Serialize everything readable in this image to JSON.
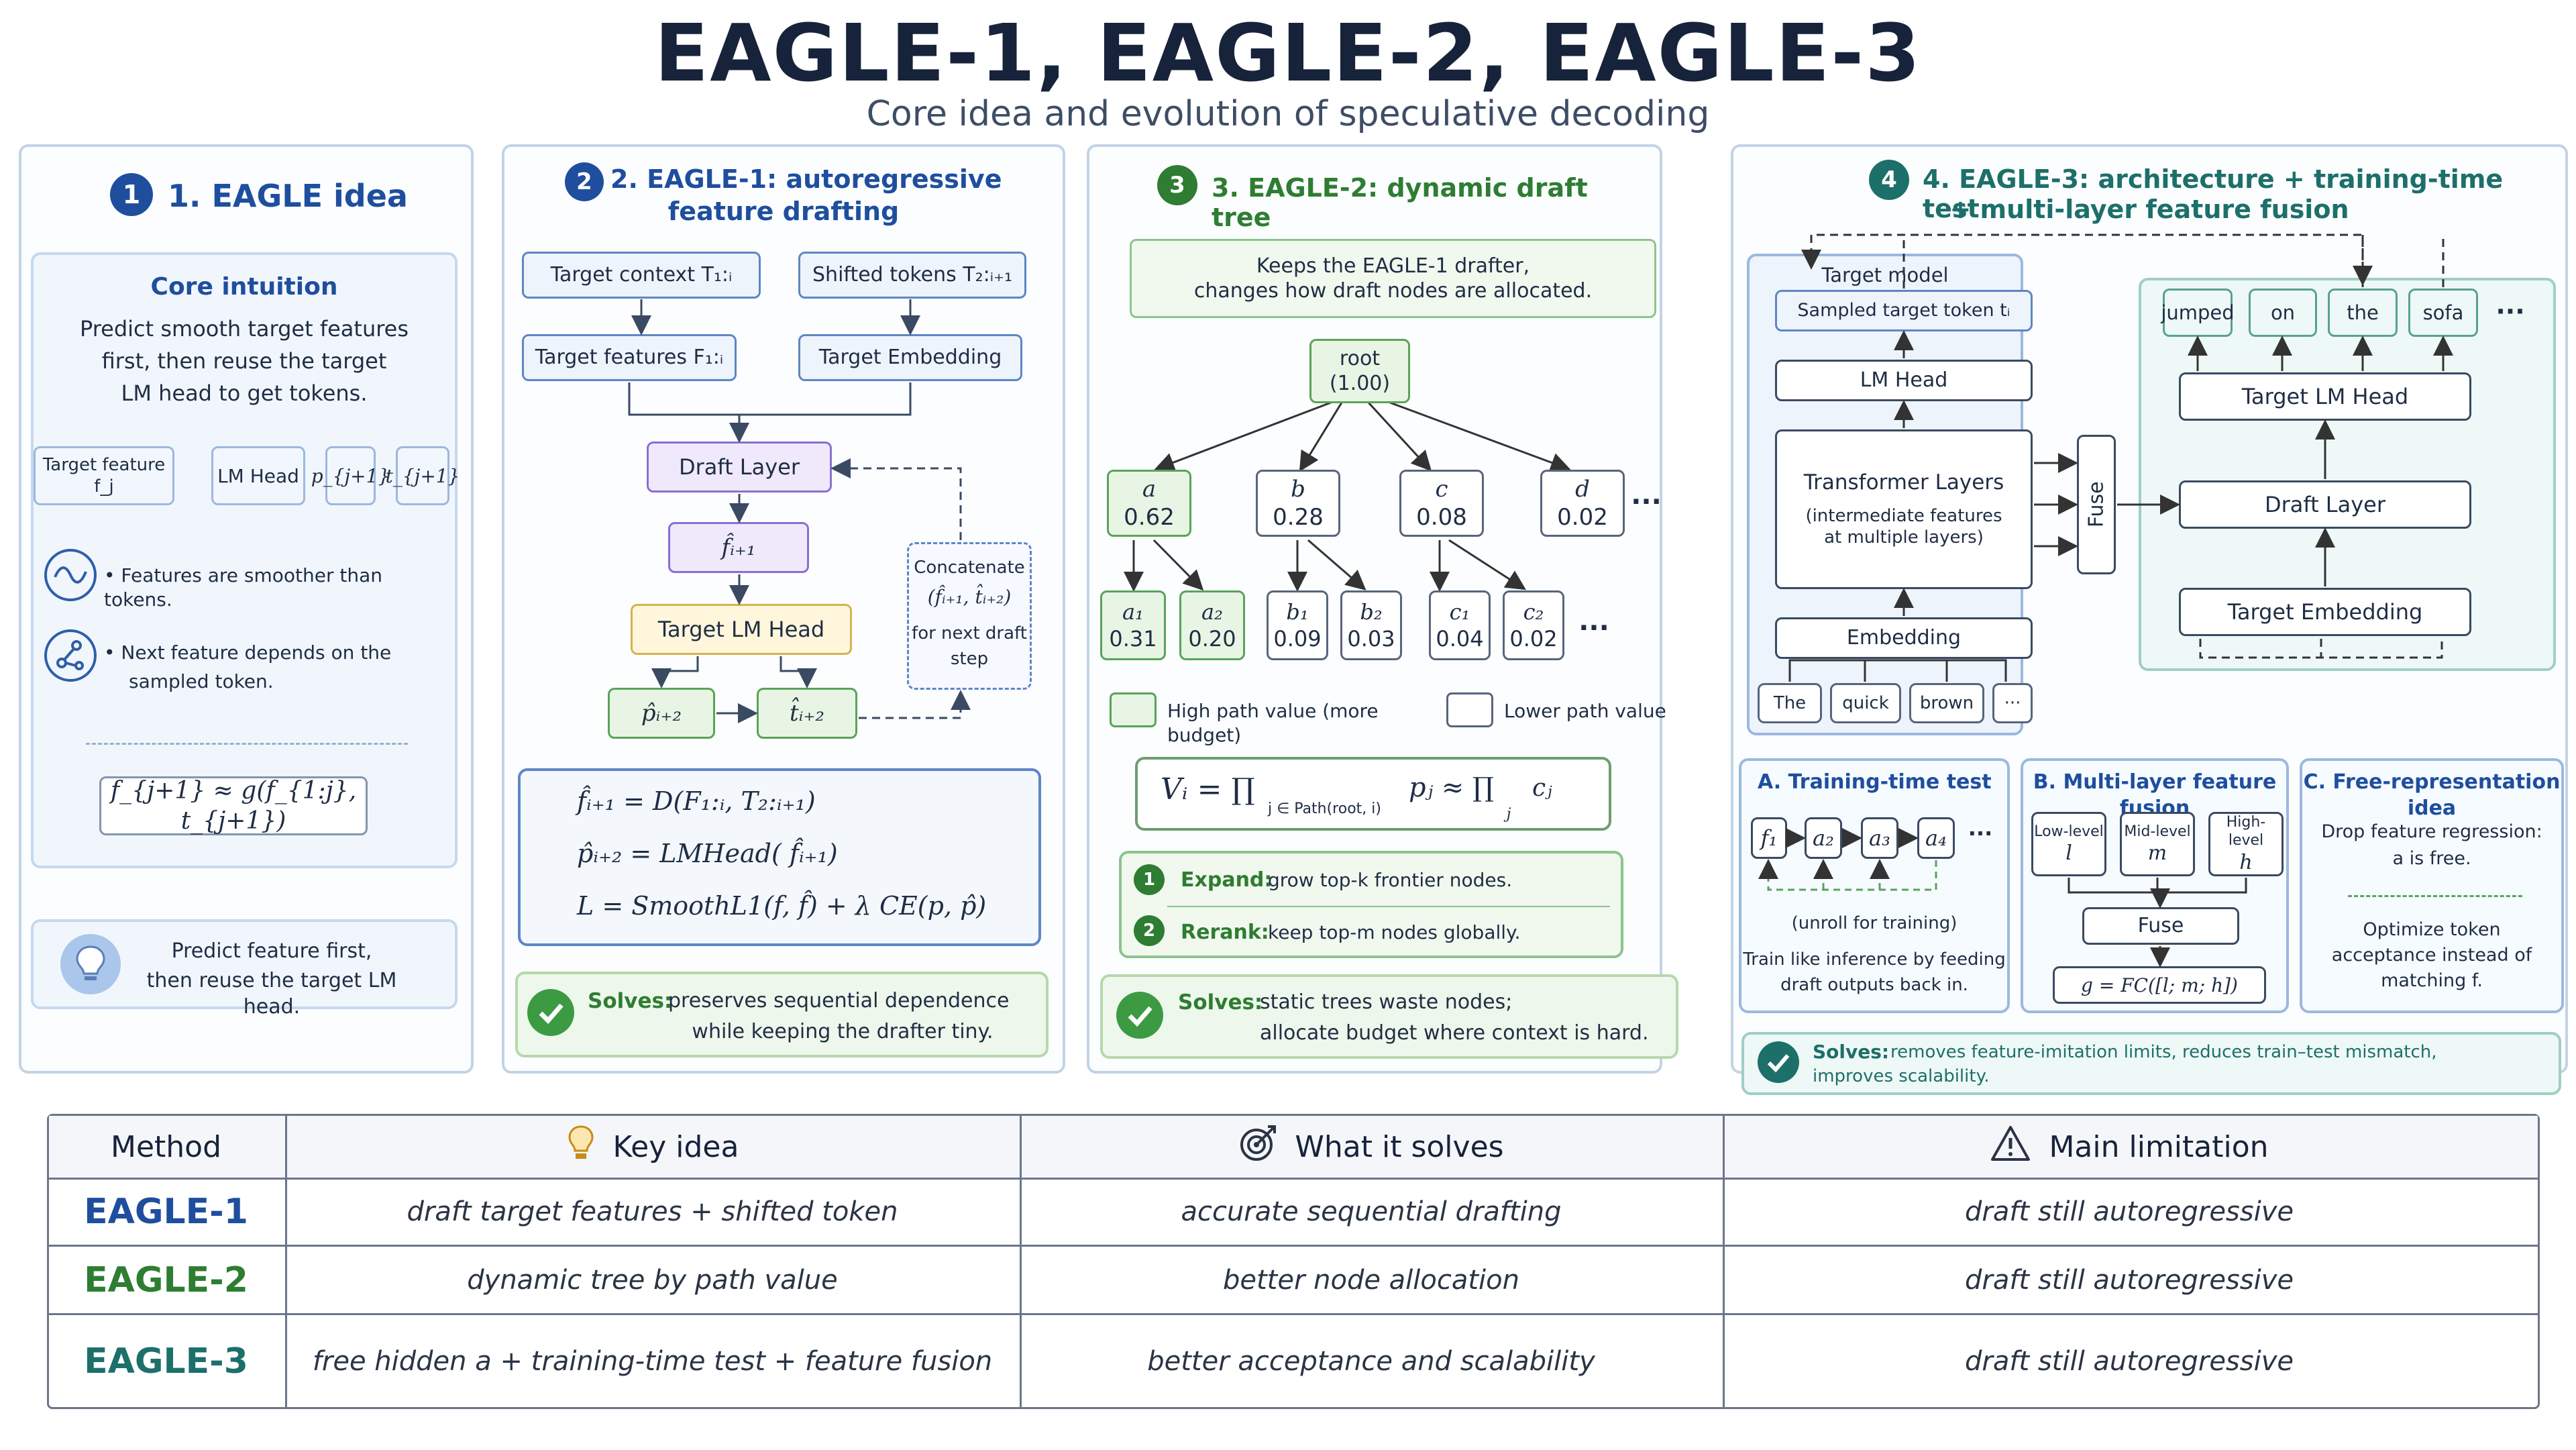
{
  "title": "EAGLE-1, EAGLE-2, EAGLE-3",
  "subtitle": "Core idea and evolution of speculative decoding",
  "colors": {
    "blue": "#1f4e9e",
    "green": "#2e7d32",
    "teal": "#1d6f6a",
    "purple": "#8b6fd0"
  },
  "panel1": {
    "badge": "1",
    "heading": "1. EAGLE idea",
    "core_title": "Core intuition",
    "core_lines": [
      "Predict smooth target features",
      "first, then reuse the target",
      "LM head to get tokens."
    ],
    "flow": [
      "Target feature f_j",
      "LM Head",
      "p_{j+1}",
      "t_{j+1}"
    ],
    "bullet1": "• Features are smoother than tokens.",
    "bullet2_lines": [
      "• Next feature depends on the",
      "sampled token."
    ],
    "formula": "f_{j+1} ≈ g(f_{1:j}, t_{j+1})",
    "tip_lines": [
      "Predict feature first,",
      "then reuse the target LM head."
    ],
    "icons": [
      "wave-icon",
      "graph-icon",
      "lightbulb-icon"
    ]
  },
  "panel2": {
    "badge": "2",
    "heading_lines": [
      "2. EAGLE-1: autoregressive",
      "feature drafting"
    ],
    "target_context": "Target context T₁:ᵢ",
    "shifted_tokens": "Shifted tokens T₂:ᵢ₊₁",
    "target_features": "Target features F₁:ᵢ",
    "target_embedding": "Target Embedding",
    "draft_layer": "Draft Layer",
    "f_hat": "f̂ᵢ₊₁",
    "target_lm_head": "Target LM Head",
    "p_hat": "p̂ᵢ₊₂",
    "t_hat": "t̂ᵢ₊₂",
    "concat_lines": [
      "Concatenate",
      "(f̂ᵢ₊₁, t̂ᵢ₊₂)",
      "for next draft",
      "step"
    ],
    "eq1": "f̂ᵢ₊₁ = D(F₁:ᵢ, T₂:ᵢ₊₁)",
    "eq2": "p̂ᵢ₊₂ = LMHead( f̂ᵢ₊₁)",
    "eq3": "L = SmoothL1(f, f̂) + λ CE(p, p̂)",
    "solves_label": "Solves:",
    "solves_lines": [
      "preserves sequential dependence",
      "while keeping the drafter tiny."
    ]
  },
  "panel3": {
    "badge": "3",
    "heading": "3. EAGLE-2: dynamic draft tree",
    "note_lines": [
      "Keeps the EAGLE-1 drafter,",
      "changes how draft nodes are allocated."
    ],
    "root": {
      "label": "root",
      "value": "(1.00)"
    },
    "level1": [
      {
        "label": "a",
        "value": "0.62",
        "high": true
      },
      {
        "label": "b",
        "value": "0.28",
        "high": false
      },
      {
        "label": "c",
        "value": "0.08",
        "high": false
      },
      {
        "label": "d",
        "value": "0.02",
        "high": false
      }
    ],
    "level2": [
      {
        "label": "a₁",
        "value": "0.31",
        "high": true
      },
      {
        "label": "a₂",
        "value": "0.20",
        "high": true
      },
      {
        "label": "b₁",
        "value": "0.09",
        "high": false
      },
      {
        "label": "b₂",
        "value": "0.03",
        "high": false
      },
      {
        "label": "c₁",
        "value": "0.04",
        "high": false
      },
      {
        "label": "c₂",
        "value": "0.02",
        "high": false
      }
    ],
    "ellipsis": "···",
    "legend_high": "High path value (more budget)",
    "legend_low": "Lower path value",
    "formula": "Vᵢ = ∏ j∈Path(root,i) pⱼ ≈ ∏ j cⱼ",
    "formula_left": "Vᵢ = ∏",
    "formula_sub": "j ∈ Path(root, i)",
    "formula_mid": "pⱼ ≈ ∏",
    "formula_sub2": "j",
    "formula_right": "cⱼ",
    "expand_label": "Expand:",
    "expand_text": "grow top-k frontier nodes.",
    "rerank_label": "Rerank:",
    "rerank_text": "keep top-m nodes globally.",
    "solves_label": "Solves:",
    "solves_lines": [
      "static trees waste nodes;",
      "allocate budget where context is hard."
    ]
  },
  "panel4": {
    "badge": "4",
    "heading_lines": [
      "4. EAGLE-3: architecture + training-time test",
      "+ multi-layer feature fusion"
    ],
    "target_model": "Target model",
    "sampled_token": "Sampled target token tᵢ",
    "lm_head": "LM Head",
    "transformer": "Transformer Layers",
    "transformer_sub_lines": [
      "(intermediate features",
      "at multiple layers)"
    ],
    "embedding": "Embedding",
    "input_tokens": [
      "The",
      "quick",
      "brown",
      "···"
    ],
    "fuse": "Fuse",
    "output_tokens": [
      "jumped",
      "on",
      "the",
      "sofa"
    ],
    "ellipsis": "···",
    "target_lm_head": "Target LM Head",
    "draft_layer": "Draft Layer",
    "target_embedding": "Target Embedding",
    "sub_a": {
      "title": "A. Training-time test",
      "chain": [
        "f₁",
        "a₂",
        "a₃",
        "a₄"
      ],
      "ellipsis": "···",
      "unroll": "(unroll for training)",
      "lines": [
        "Train like inference by feeding",
        "draft outputs back in."
      ]
    },
    "sub_b": {
      "title": "B. Multi-layer feature fusion",
      "levels": [
        [
          "Low-level",
          "l"
        ],
        [
          "Mid-level",
          "m"
        ],
        [
          "High-level",
          "h"
        ]
      ],
      "fuse": "Fuse",
      "formula": "g = FC([l; m; h])"
    },
    "sub_c": {
      "title": "C. Free-representation idea",
      "lines1": [
        "Drop feature regression:",
        "a is free."
      ],
      "lines2": [
        "Optimize token",
        "acceptance instead of",
        "matching f."
      ]
    },
    "solves_label": "Solves:",
    "solves_lines": [
      "removes feature-imitation limits, reduces train–test mismatch,",
      "improves scalability."
    ]
  },
  "table": {
    "headers": [
      "Method",
      "Key idea",
      "What it solves",
      "Main limitation"
    ],
    "header_icons": [
      "",
      "lightbulb-icon",
      "target-icon",
      "warning-icon"
    ],
    "rows": [
      {
        "method": "EAGLE-1",
        "idea": "draft target features + shifted token",
        "solves": "accurate sequential drafting",
        "limitation": "draft still autoregressive"
      },
      {
        "method": "EAGLE-2",
        "idea": "dynamic tree by path value",
        "solves": "better node allocation",
        "limitation": "draft still autoregressive"
      },
      {
        "method": "EAGLE-3",
        "idea": "free hidden a + training-time test + feature fusion",
        "solves": "better acceptance and scalability",
        "limitation": "draft still autoregressive"
      }
    ]
  }
}
